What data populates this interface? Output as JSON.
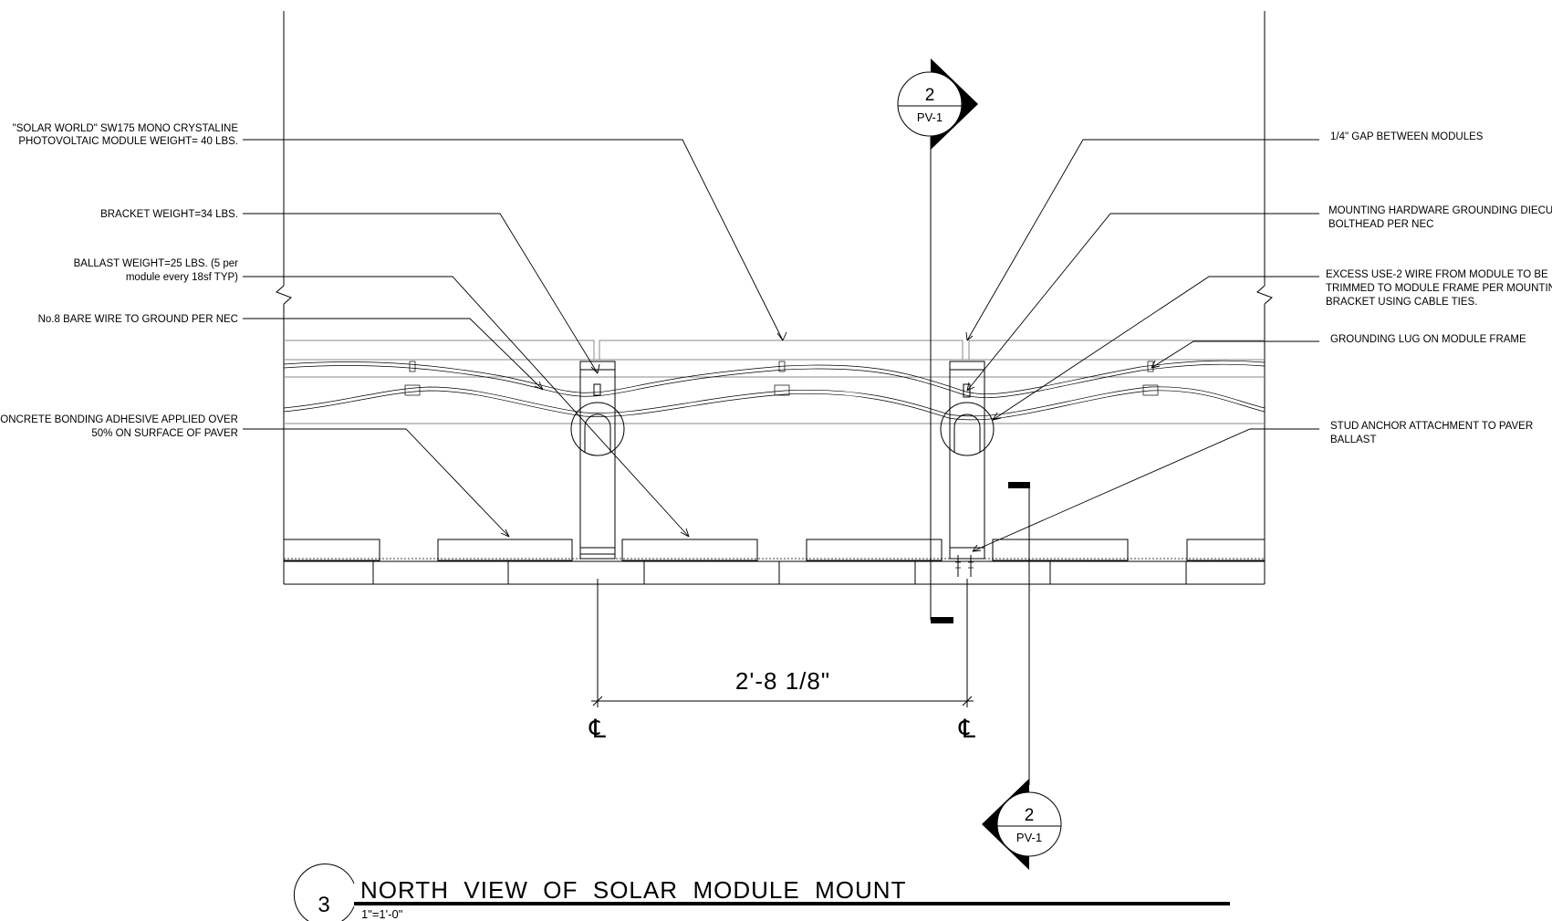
{
  "callouts_left": [
    {
      "lines": [
        "\"SOLAR WORLD\" SW175 MONO CRYSTALINE",
        "PHOTOVOLTAIC MODULE WEIGHT= 40 LBS."
      ]
    },
    {
      "lines": [
        "BRACKET WEIGHT=34 LBS."
      ]
    },
    {
      "lines": [
        "BALLAST WEIGHT=25 LBS. (5 per",
        "module every 18sf TYP)"
      ]
    },
    {
      "lines": [
        "No.8 BARE WIRE TO GROUND PER NEC"
      ]
    },
    {
      "lines": [
        "CONCRETE BONDING ADHESIVE APPLIED OVER",
        "50% ON SURFACE OF PAVER"
      ]
    }
  ],
  "callouts_right": [
    {
      "lines": [
        "1/4\" GAP BETWEEN MODULES"
      ]
    },
    {
      "lines": [
        "MOUNTING HARDWARE GROUNDING DIECUT",
        "BOLTHEAD PER NEC"
      ]
    },
    {
      "lines": [
        "EXCESS USE-2 WIRE FROM MODULE TO BE",
        "TRIMMED TO MODULE FRAME PER MOUNTING",
        "BRACKET USING CABLE TIES."
      ]
    },
    {
      "lines": [
        "GROUNDING LUG ON MODULE FRAME"
      ]
    },
    {
      "lines": [
        "STUD ANCHOR ATTACHMENT TO PAVER",
        "BALLAST"
      ]
    }
  ],
  "dimension": {
    "label": "2'-8 1/8\"",
    "centerline_symbol": "℄"
  },
  "section_marker_top": {
    "number": "2",
    "sheet": "PV-1"
  },
  "section_marker_bottom": {
    "number": "2",
    "sheet": "PV-1"
  },
  "title_block": {
    "detail_number": "3",
    "title": "NORTH  VIEW  OF  SOLAR  MODULE  MOUNT",
    "scale": "1\"=1'-0\""
  }
}
